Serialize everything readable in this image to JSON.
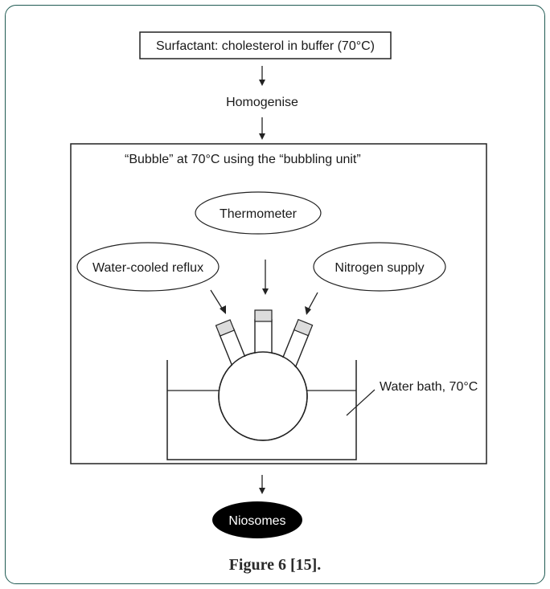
{
  "diagram": {
    "steps": {
      "start": "Surfactant: cholesterol in buffer (70°C)",
      "homogenise": "Homogenise",
      "end": "Niosomes"
    },
    "bubbling_unit": {
      "title": "“Bubble” at 70°C using the “bubbling unit”",
      "thermometer": "Thermometer",
      "reflux": "Water-cooled reflux",
      "nitrogen": "Nitrogen supply",
      "water_bath": "Water bath, 70°C"
    }
  },
  "caption": "Figure 6 [15]."
}
